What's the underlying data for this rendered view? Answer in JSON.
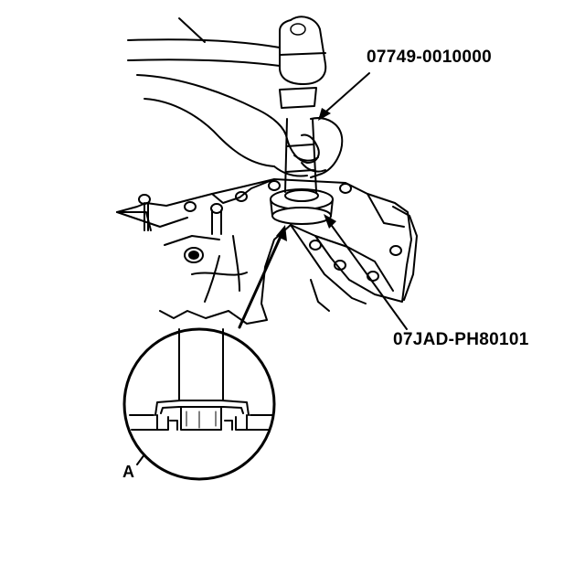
{
  "callouts": {
    "tool_driver": "07749-0010000",
    "tool_attachment": "07JAD-PH80101",
    "part_a": "A"
  },
  "colors": {
    "ink": "#000000",
    "paper": "#ffffff"
  }
}
